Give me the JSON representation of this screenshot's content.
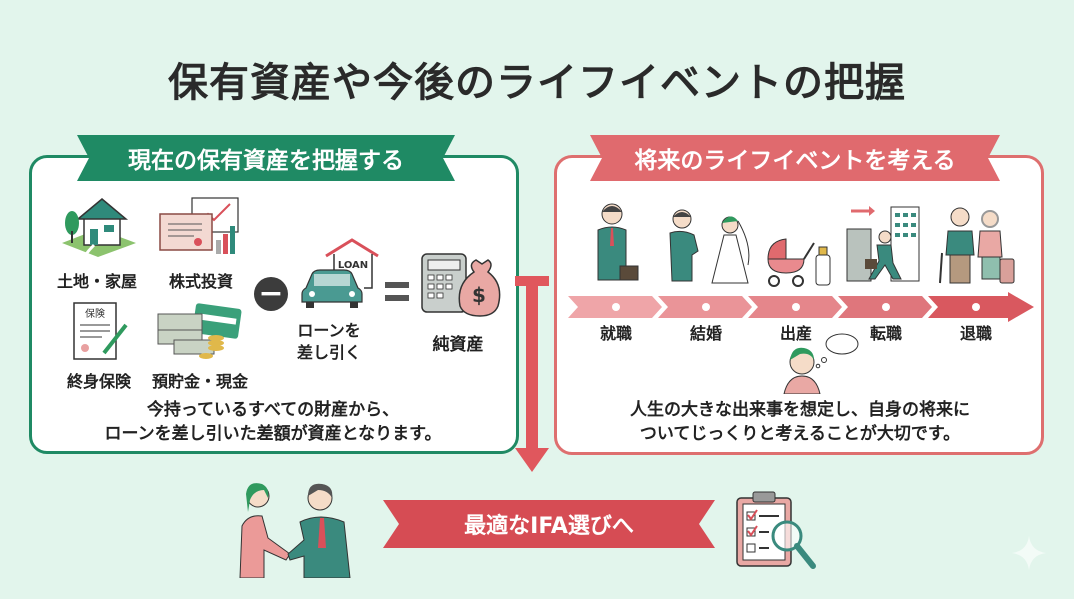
{
  "title": "保有資産や今後のライフイベントの把握",
  "colors": {
    "green": "#1f8a64",
    "red": "#d9505a",
    "pink": "#e8828a",
    "background": "#e2f5ec"
  },
  "assets": {
    "heading": "現在の保有資産を把握する",
    "items": [
      {
        "label": "土地・家屋",
        "icon": "house-icon"
      },
      {
        "label": "株式投資",
        "icon": "stock-certificate-icon"
      },
      {
        "label": "終身保険",
        "icon": "insurance-document-icon"
      },
      {
        "label": "預貯金・現金",
        "icon": "cash-bank-card-icon"
      }
    ],
    "minus_symbol": "−",
    "loan": {
      "label_line1": "ローンを",
      "label_line2": "差し引く",
      "tag": "LOAN"
    },
    "equals_symbol": "=",
    "result": {
      "label": "純資産",
      "currency_symbol": "$"
    },
    "description_line1": "今持っているすべての財産から、",
    "description_line2": "ローンを差し引いた差額が資産となります。"
  },
  "life_events": {
    "heading": "将来のライフイベントを考える",
    "events": [
      {
        "label": "就職",
        "icon": "businessman-icon"
      },
      {
        "label": "結婚",
        "icon": "wedding-couple-icon"
      },
      {
        "label": "出産",
        "icon": "baby-stroller-icon"
      },
      {
        "label": "転職",
        "icon": "job-change-icon"
      },
      {
        "label": "退職",
        "icon": "retired-couple-icon"
      }
    ],
    "description_line1": "人生の大きな出来事を想定し、自身の将来に",
    "description_line2": "ついてじっくりと考えることが大切です。"
  },
  "cta": {
    "label": "最適なIFA選びへ"
  }
}
